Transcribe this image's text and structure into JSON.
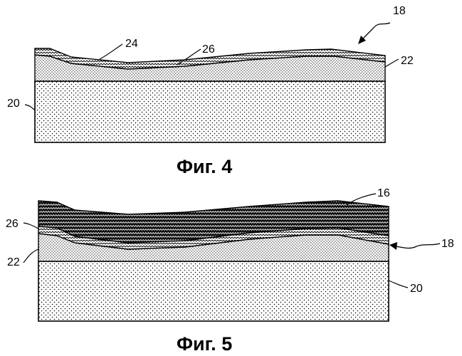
{
  "figures": [
    {
      "caption": "Фиг. 4",
      "labels": {
        "assembly": "18",
        "layer_a": "24",
        "layer_b": "26",
        "layer_c": "22",
        "substrate": "20"
      }
    },
    {
      "caption": "Фиг. 5",
      "labels": {
        "top_layer": "16",
        "layer_b": "26",
        "assembly": "18",
        "layer_c": "22",
        "substrate": "20"
      }
    }
  ]
}
